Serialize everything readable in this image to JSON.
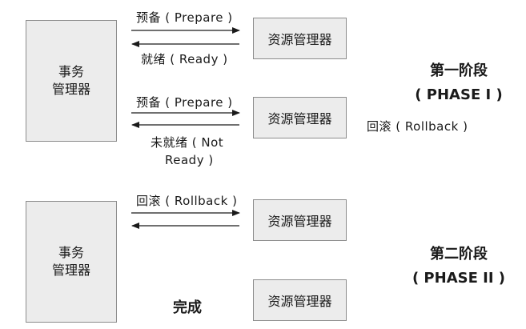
{
  "phase1": {
    "title": "第一阶段",
    "subtitle": "( PHASE I )",
    "transaction_manager": {
      "line1": "事务",
      "line2": "管理器"
    },
    "resource_manager_1": "资源管理器",
    "resource_manager_2": "资源管理器",
    "msg_prepare_1": "预备 ( Prepare )",
    "msg_ready": "就绪 ( Ready )",
    "msg_prepare_2": "预备 ( Prepare )",
    "msg_not_ready_1": "未就绪 ( Not",
    "msg_not_ready_2": "Ready )",
    "side_rollback": "回滚 ( Rollback )"
  },
  "phase2": {
    "title": "第二阶段",
    "subtitle": "( PHASE II )",
    "transaction_manager": {
      "line1": "事务",
      "line2": "管理器"
    },
    "resource_manager_1": "资源管理器",
    "resource_manager_2": "资源管理器",
    "msg_rollback": "回滚 ( Rollback )",
    "complete": "完成"
  }
}
